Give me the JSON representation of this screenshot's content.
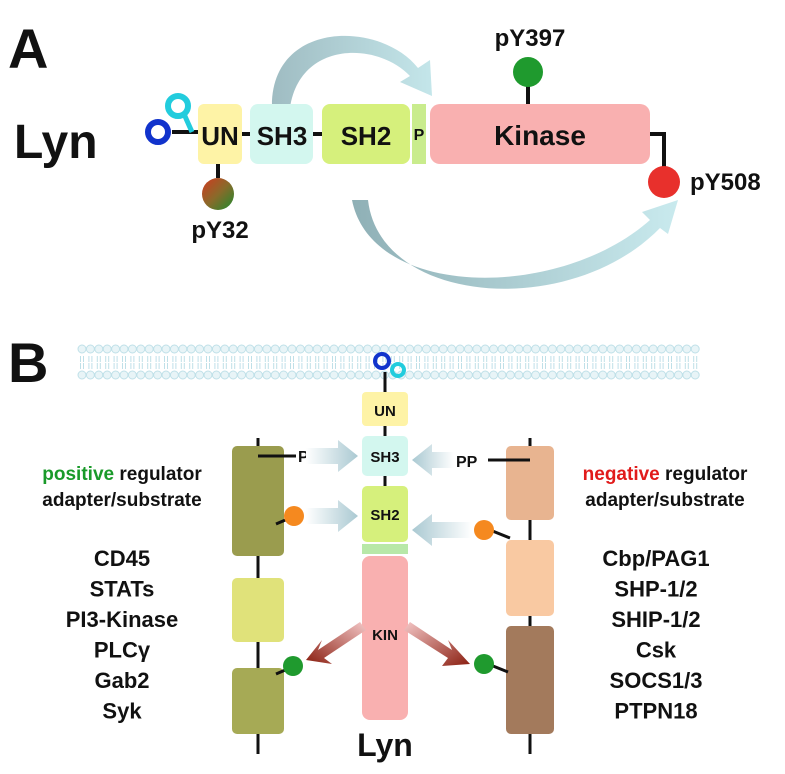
{
  "panel_a": {
    "letter": "A",
    "protein_name": "Lyn",
    "domains": {
      "un": "UN",
      "sh3": "SH3",
      "sh2": "SH2",
      "linker": "P",
      "kinase": "Kinase"
    },
    "sites": {
      "y397": "pY397",
      "y508": "pY508",
      "y32": "pY32"
    }
  },
  "panel_b": {
    "letter": "B",
    "domains": {
      "un": "UN",
      "sh3": "SH3",
      "sh2": "SH2",
      "kin": "KIN"
    },
    "protein_name": "Lyn",
    "pp_left": "PP",
    "pp_right": "PP",
    "positive": {
      "keyword": "positive",
      "rest_line1": " regulator",
      "line2": "adapter/substrate",
      "list": [
        "CD45",
        "STATs",
        "PI3-Kinase",
        "PLCγ",
        "Gab2",
        "Syk"
      ]
    },
    "negative": {
      "keyword": "negative",
      "rest_line1": " regulator",
      "line2": "adapter/substrate",
      "list": [
        "Cbp/PAG1",
        "SHP-1/2",
        "SHIP-1/2",
        "Csk",
        "SOCS1/3",
        "PTPN18"
      ]
    }
  },
  "colors": {
    "un": "#fef3a6",
    "sh3": "#d3f7ef",
    "sh2": "#d6f07c",
    "kinase": "#f9b0b0",
    "arrow_teal": "#b7dde2",
    "site_green": "#1f9a2e",
    "site_red": "#e8302c",
    "site_orange": "#f5891f",
    "positive_text": "#1a9a2a",
    "negative_text": "#e11b1b",
    "myristoyl_blue": "#1133cc",
    "palmitoyl_cyan": "#22ccdd",
    "membrane": "#bfe0e8",
    "pos_box_top": "#9a9c4e",
    "pos_box_mid": "#e0e27a",
    "pos_box_bot": "#a6aa55",
    "neg_box_top": "#e8b490",
    "neg_box_mid": "#f9c9a2",
    "neg_box_bot": "#a37a5c",
    "kin_arrow": "#9a2a1a"
  }
}
